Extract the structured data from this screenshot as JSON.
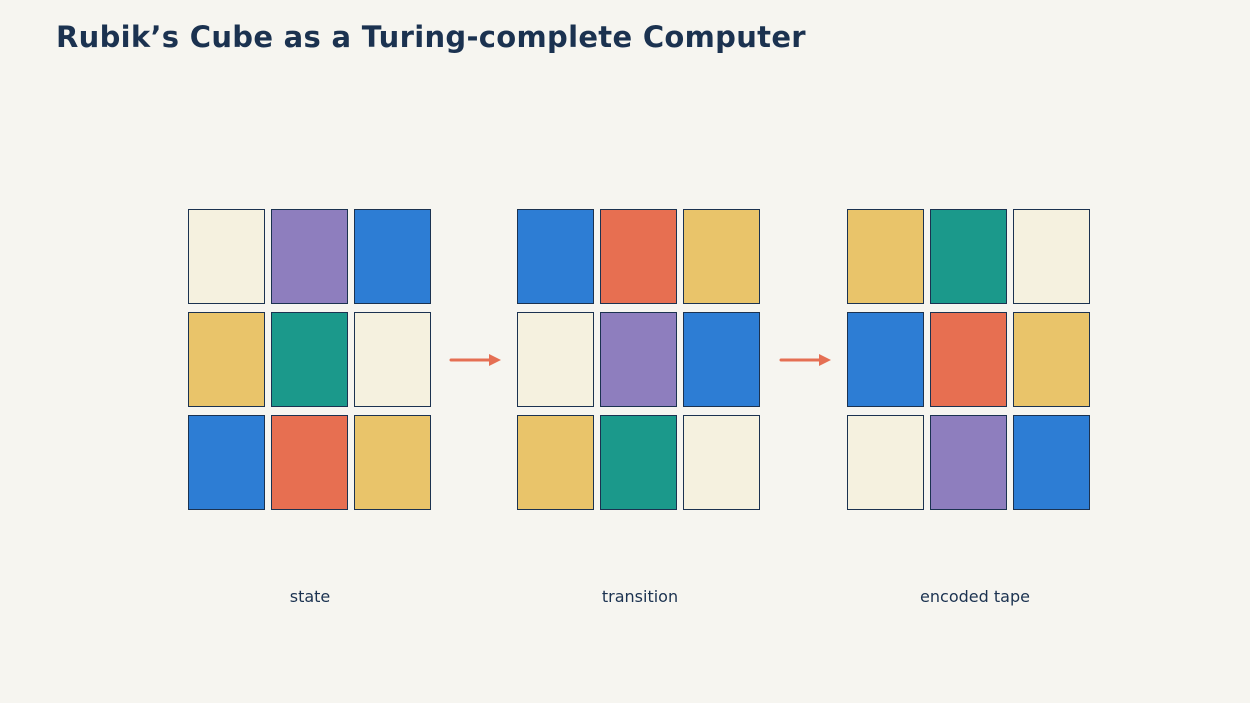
{
  "title": "Rubik’s Cube as a Turing-complete Computer",
  "colors": {
    "background": "#f6f5f0",
    "ink": "#1b3250",
    "arrow": "#e56f53",
    "cream": "#f5f1df",
    "purple": "#8e7ebe",
    "blue": "#2d7dd4",
    "yellow": "#e9c46a",
    "teal": "#1b998b",
    "orange": "#e76f51"
  },
  "panels": [
    {
      "label": "state",
      "tiles": [
        "cream",
        "purple",
        "blue",
        "yellow",
        "teal",
        "cream",
        "blue",
        "orange",
        "yellow"
      ]
    },
    {
      "label": "transition",
      "tiles": [
        "blue",
        "orange",
        "yellow",
        "cream",
        "purple",
        "blue",
        "yellow",
        "teal",
        "cream"
      ]
    },
    {
      "label": "encoded tape",
      "tiles": [
        "yellow",
        "teal",
        "cream",
        "blue",
        "orange",
        "yellow",
        "cream",
        "purple",
        "blue"
      ]
    }
  ],
  "arrows": [
    {
      "icon": "arrow-right-icon"
    },
    {
      "icon": "arrow-right-icon"
    }
  ]
}
